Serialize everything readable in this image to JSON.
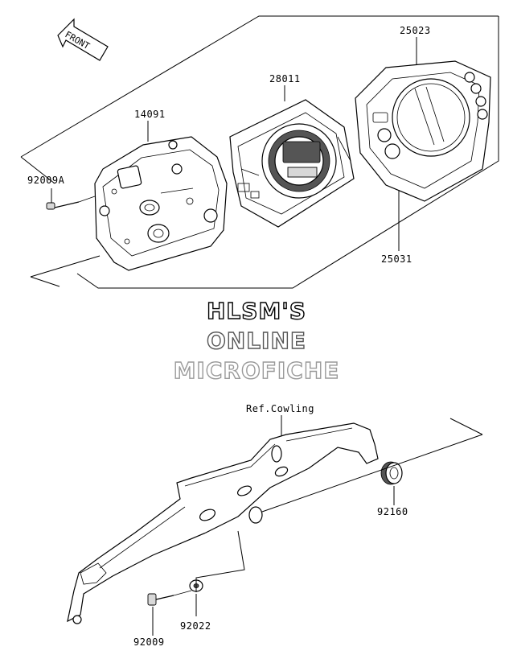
{
  "direction_arrow": {
    "label": "FRONT"
  },
  "watermark": {
    "line1": "HLSM'S",
    "line2": "ONLINE",
    "line3": "MICROFICHE",
    "colors": [
      "#000000",
      "#555555",
      "#9a9a9a"
    ]
  },
  "callouts": {
    "p14091": "14091",
    "p28011": "28011",
    "p25023": "25023",
    "p25031": "25031",
    "p92009A": "92009A",
    "ref_cowling": "Ref.Cowling",
    "p92160": "92160",
    "p92022": "92022",
    "p92009": "92009"
  }
}
